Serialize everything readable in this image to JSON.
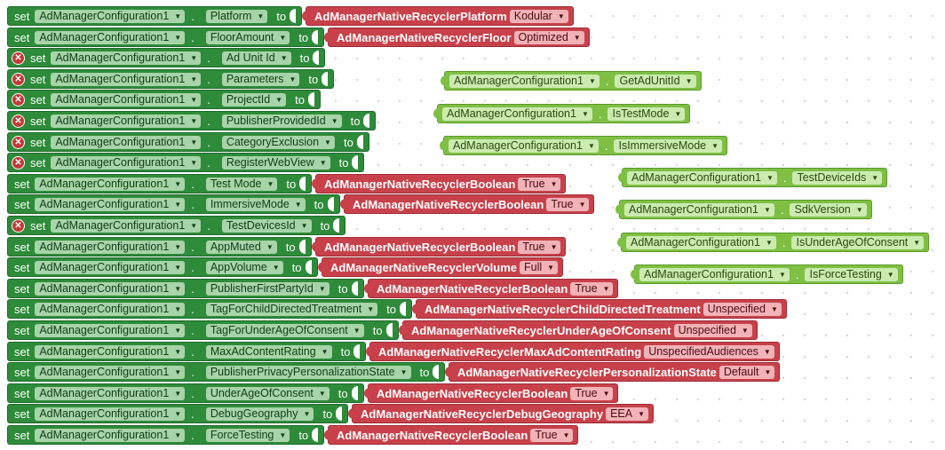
{
  "component": "AdManagerConfiguration1",
  "keyword_set": "set",
  "keyword_to": "to",
  "setters": [
    {
      "property": "Platform",
      "error": false,
      "value_block": "AdManagerNativeRecyclerPlatform",
      "value_option": "Kodular"
    },
    {
      "property": "FloorAmount",
      "error": false,
      "value_block": "AdManagerNativeRecyclerFloor",
      "value_option": "Optimized"
    },
    {
      "property": "Ad Unit Id",
      "error": true
    },
    {
      "property": "Parameters",
      "error": true
    },
    {
      "property": "ProjectId",
      "error": true
    },
    {
      "property": "PublisherProvidedId",
      "error": true
    },
    {
      "property": "CategoryExclusion",
      "error": true
    },
    {
      "property": "RegisterWebView",
      "error": true
    },
    {
      "property": "Test Mode",
      "error": false,
      "value_block": "AdManagerNativeRecyclerBoolean",
      "value_option": "True"
    },
    {
      "property": "ImmersiveMode",
      "error": false,
      "value_block": "AdManagerNativeRecyclerBoolean",
      "value_option": "True"
    },
    {
      "property": "TestDevicesId",
      "error": true
    },
    {
      "property": "AppMuted",
      "error": false,
      "value_block": "AdManagerNativeRecyclerBoolean",
      "value_option": "True"
    },
    {
      "property": "AppVolume",
      "error": false,
      "value_block": "AdManagerNativeRecyclerVolume",
      "value_option": "Full"
    },
    {
      "property": "PublisherFirstPartyId",
      "error": false,
      "value_block": "AdManagerNativeRecyclerBoolean",
      "value_option": "True"
    },
    {
      "property": "TagForChildDirectedTreatment",
      "error": false,
      "value_block": "AdManagerNativeRecyclerChildDirectedTreatment",
      "value_option": "Unspecified"
    },
    {
      "property": "TagForUnderAgeOfConsent",
      "error": false,
      "value_block": "AdManagerNativeRecyclerUnderAgeOfConsent",
      "value_option": "Unspecified"
    },
    {
      "property": "MaxAdContentRating",
      "error": false,
      "value_block": "AdManagerNativeRecyclerMaxAdContentRating",
      "value_option": "UnspecifiedAudiences"
    },
    {
      "property": "PublisherPrivacyPersonalizationState",
      "error": false,
      "value_block": "AdManagerNativeRecyclerPersonalizationState",
      "value_option": "Default"
    },
    {
      "property": "UnderAgeOfConsent",
      "error": false,
      "value_block": "AdManagerNativeRecyclerBoolean",
      "value_option": "True"
    },
    {
      "property": "DebugGeography",
      "error": false,
      "value_block": "AdManagerNativeRecyclerDebugGeography",
      "value_option": "EEA"
    },
    {
      "property": "ForceTesting",
      "error": false,
      "value_block": "AdManagerNativeRecyclerBoolean",
      "value_option": "True"
    }
  ],
  "getters": [
    {
      "property": "GetAdUnitId"
    },
    {
      "property": "IsTestMode"
    },
    {
      "property": "IsImmersiveMode"
    },
    {
      "property": "TestDeviceIds"
    },
    {
      "property": "SdkVersion"
    },
    {
      "property": "IsUnderAgeOfConsent"
    },
    {
      "property": "IsForceTesting"
    }
  ],
  "colors": {
    "setter_block": "#2e8b3a",
    "getter_block": "#7fc044",
    "enum_block": "#c8414a",
    "error_icon": "#c03a37"
  }
}
